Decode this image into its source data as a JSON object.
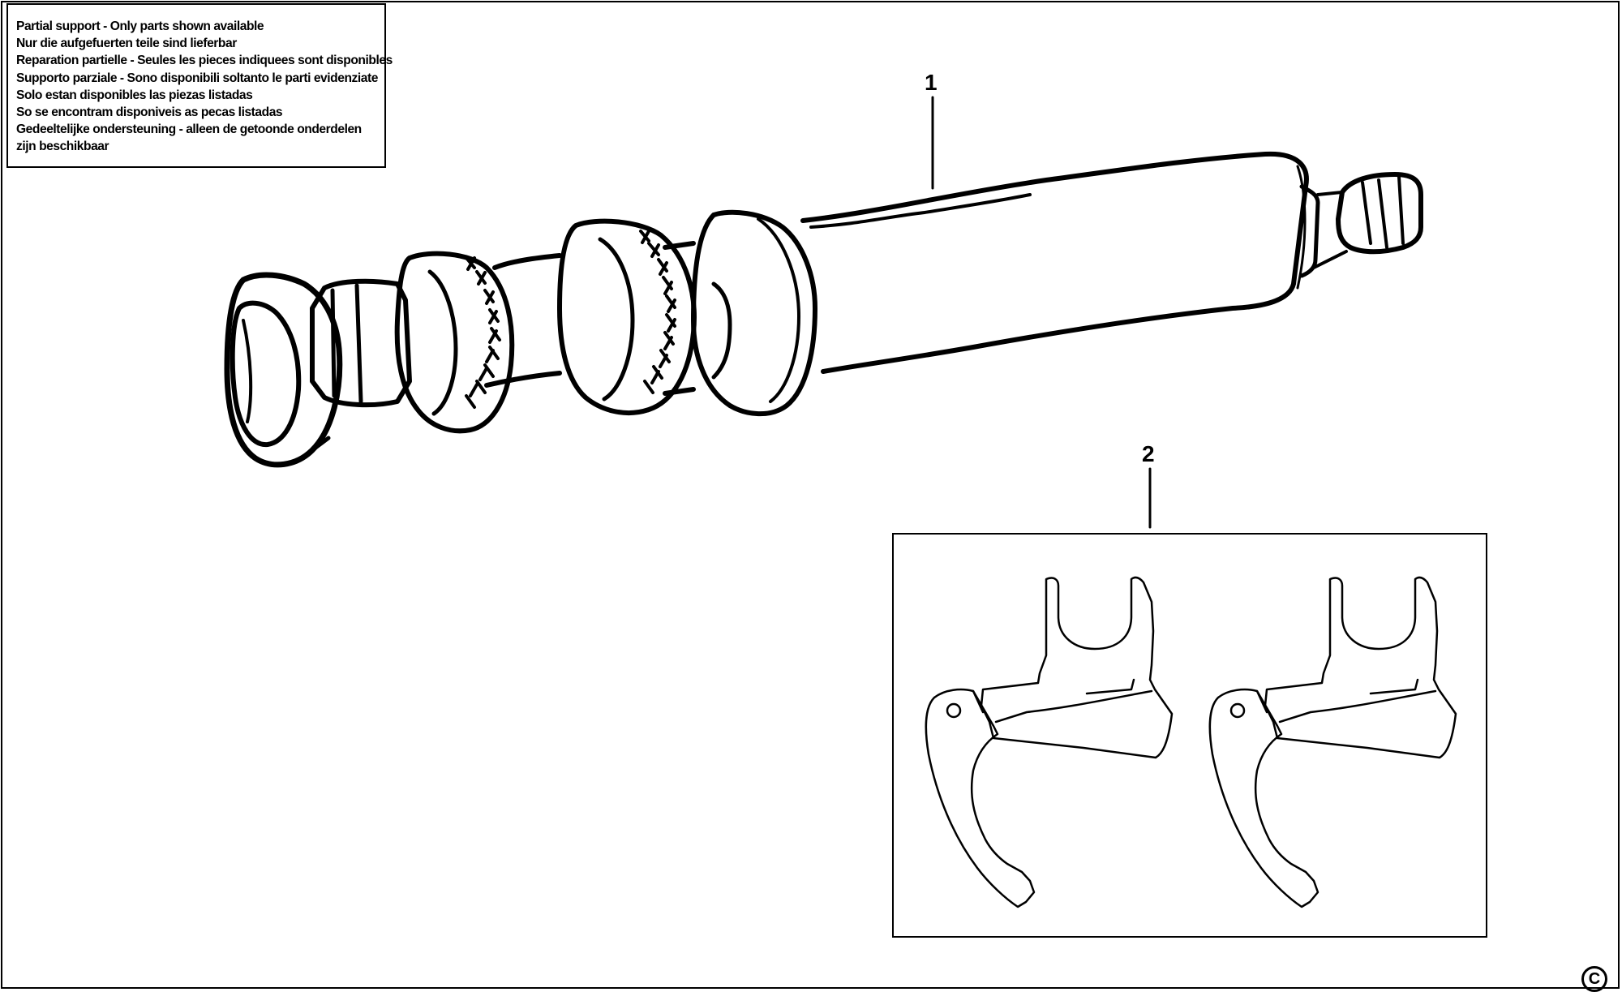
{
  "notice": {
    "lines": [
      "Partial support - Only parts shown available",
      "Nur die aufgefuerten teile sind lieferbar",
      "Reparation partielle - Seules les pieces indiquees sont disponibles",
      "Supporto parziale - Sono disponibili soltanto le parti evidenziate",
      "Solo estan disponibles las piezas listadas",
      "So se encontram disponiveis as pecas listadas",
      "Gedeeltelijke ondersteuning - alleen de getoonde onderdelen",
      "zijn beschikbaar"
    ]
  },
  "callouts": {
    "part_1": "1",
    "part_2": "2"
  },
  "copyright_symbol": "C",
  "colors": {
    "ink": "#000000",
    "paper": "#ffffff"
  }
}
